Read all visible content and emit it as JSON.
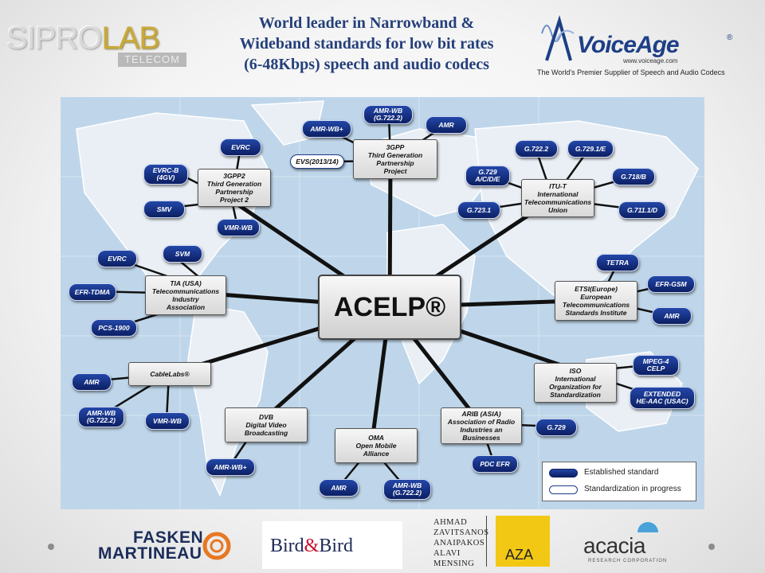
{
  "header": {
    "sipro_logo": {
      "main": "SIPROLAB",
      "main_a": "SIPRO",
      "main_b": "LAB",
      "sub": "TELECOM"
    },
    "headline_lines": [
      "World leader in Narrowband &",
      "Wideband standards for low bit rates",
      "(6-48Kbps) speech and audio codecs"
    ],
    "voiceage": {
      "name": "VoiceAge",
      "registered": "®",
      "url": "www.voiceage.com",
      "tagline": "The World's Premier Supplier of Speech and Audio Codecs"
    }
  },
  "diagram": {
    "center": "ACELP®",
    "nodes": {
      "n3gpp": "3GPP Third Generation Partnership Project",
      "n3gpp_lines": [
        "3GPP",
        "Third Generation",
        "Partnership",
        "Project"
      ],
      "n3gpp2_lines": [
        "3GPP2",
        "Third Generation",
        "Partnership",
        "Project 2"
      ],
      "itut_lines": [
        "ITU-T",
        "International",
        "Telecommunications",
        "Union"
      ],
      "tia_lines": [
        "TIA (USA)",
        "Telecommunications",
        "Industry",
        "Association"
      ],
      "etsi_lines": [
        "ETSI(Europe)",
        "European",
        "Telecommunications",
        "Standards Institute"
      ],
      "cablelabs_lines": [
        "CableLabs®"
      ],
      "iso_lines": [
        "ISO",
        "International",
        "Organization for",
        "Standardization"
      ],
      "dvb_lines": [
        "DVB",
        "Digital Video",
        "Broadcasting"
      ],
      "oma_lines": [
        "OMA",
        "Open Mobile",
        "Alliance"
      ],
      "arib_lines": [
        "ARIB (ASIA)",
        "Association of Radio",
        "Industries an",
        "Businesses"
      ]
    },
    "pills": {
      "amrwb_3gpp": [
        "AMR-WB",
        "(G.722.2)"
      ],
      "amr_3gpp": [
        "AMR"
      ],
      "amrwbplus_3gpp": [
        "AMR-WB+"
      ],
      "evs": [
        "EVS(2013/14)"
      ],
      "evrc_3gpp2": [
        "EVRC"
      ],
      "evrcb": [
        "EVRC-B",
        "(4GV)"
      ],
      "smv": [
        "SMV"
      ],
      "vmrwb_3gpp2": [
        "VMR-WB"
      ],
      "g7222_itu": [
        "G.722.2"
      ],
      "g7291": [
        "G.729.1/E"
      ],
      "g729acde": [
        "G.729",
        "A/C/D/E"
      ],
      "g718": [
        "G.718/B"
      ],
      "g7231": [
        "G.723.1"
      ],
      "g7111": [
        "G.711.1/D"
      ],
      "evrc_tia": [
        "EVRC"
      ],
      "svm": [
        "SVM"
      ],
      "efrtdma": [
        "EFR-TDMA"
      ],
      "pcs1900": [
        "PCS-1900"
      ],
      "tetra": [
        "TETRA"
      ],
      "efrgsm": [
        "EFR-GSM"
      ],
      "amr_etsi": [
        "AMR"
      ],
      "amr_cable": [
        "AMR"
      ],
      "amrwb_cable": [
        "AMR-WB",
        "(G.722.2)"
      ],
      "vmrwb_cable": [
        "VMR-WB"
      ],
      "mpeg4": [
        "MPEG-4",
        "CELP"
      ],
      "heaac": [
        "EXTENDED",
        "HE-AAC (USAC)"
      ],
      "amrwbplus_dvb": [
        "AMR-WB+"
      ],
      "amr_oma": [
        "AMR"
      ],
      "amrwb_oma": [
        "AMR-WB",
        "(G.722.2)"
      ],
      "g729_arib": [
        "G.729"
      ],
      "pdcefr": [
        "PDC EFR"
      ]
    },
    "legend": {
      "established": "Established standard",
      "in_progress": "Standardization in progress"
    }
  },
  "footer": {
    "fasken": [
      "FASKEN",
      "MARTINEAU"
    ],
    "bird": {
      "a": "Bird",
      "amp": "&",
      "b": "Bird"
    },
    "aza": {
      "names": [
        "AHMAD",
        "ZAVITSANOS",
        "ANAIPAKOS",
        "ALAVI",
        "MENSING"
      ],
      "mark": "AZA"
    },
    "acacia": {
      "name": "acacia",
      "sub": "RESEARCH CORPORATION"
    }
  },
  "colors": {
    "headline": "#243f7a",
    "pill_fill": "#12297a",
    "map_water": "#bfd6ea",
    "map_land": "#e8eef4",
    "connector": "#111111"
  }
}
